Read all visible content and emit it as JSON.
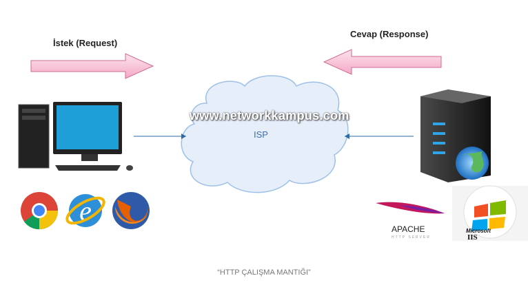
{
  "request_label": "İstek (Request)",
  "response_label": "Cevap (Response)",
  "cloud_label": "ISP",
  "watermark": "www.networkkampus.com",
  "caption": "“HTTP ÇALIŞMA MANTIĞI”",
  "apache_logo": {
    "title": "APACHE",
    "subtitle": "HTTP SERVER"
  },
  "iis_logo": {
    "title": "Microsoft",
    "subtitle": "IIS"
  },
  "colors": {
    "arrow_fill": "#f9c9dc",
    "arrow_stroke": "#d06a90",
    "cloud_fill": "#e6eef9",
    "cloud_stroke": "#9cc0e8",
    "line": "#2a6aa8"
  }
}
